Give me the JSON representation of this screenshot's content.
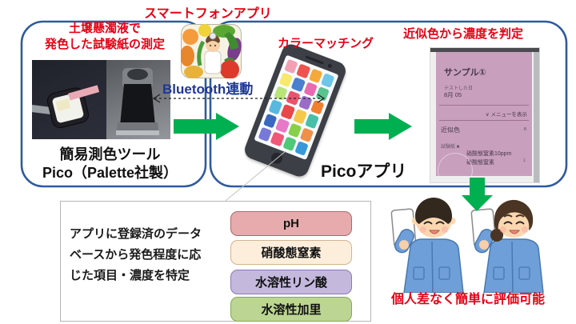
{
  "colors": {
    "accent_red": "#e60012",
    "bluetooth_blue": "#1e3799",
    "panel_border_blue": "#2e5b9e",
    "arrow_green": "#00b050",
    "screenshot_pink": "#c99fbe"
  },
  "top": {
    "smartphone_app_label": "スマートフォンアプリ"
  },
  "left_panel": {
    "caption_line1": "土壌懸濁液で",
    "caption_line2": "発色した試験紙の測定",
    "tool_name_line1": "簡易測色ツール",
    "tool_name_line2": "Pico（Palette社製）"
  },
  "bluetooth_label": "Bluetooth連動",
  "right_panel": {
    "color_matching_label": "カラーマッチング",
    "judge_label": "近似色から濃度を判定",
    "pico_app_label": "Picoアプリ",
    "app_screen": {
      "title": "サンプル①",
      "date_caption": "テストした日",
      "date_value": "8月 05",
      "menu_label": "∨ メニューを表示",
      "section_label": "近似色",
      "section_chevron": "∧",
      "sample_caption": "試験紙 ■",
      "result1": "硝酸態窒素10ppm",
      "result2": "硝酸態窒素",
      "result2_mark": "1"
    }
  },
  "bottom_box": {
    "line1": "アプリに登録済のデータ",
    "line2": "ベースから発色程度に応",
    "line3": "じた項目・濃度を特定",
    "pills": [
      {
        "label": "pH",
        "fill": "#e7abad",
        "border": "#a96a6c"
      },
      {
        "label": "硝酸態窒素",
        "fill": "#fdeedc",
        "border": "#d3b48e"
      },
      {
        "label": "水溶性リン酸",
        "fill": "#c4b8dd",
        "border": "#8d7ab4"
      },
      {
        "label": "水溶性加里",
        "fill": "#bcd593",
        "border": "#86a852"
      }
    ]
  },
  "bottom_right": {
    "caption": "個人差なく簡単に評価可能"
  },
  "phone_tiles": [
    "#f4a0b4",
    "#ef5350",
    "#f5a93a",
    "#6ec6e8",
    "#f7e96b",
    "#4a7fd0",
    "#e96ab0",
    "#58c48e",
    "#b8e478",
    "#e8536e",
    "#9a6cc8",
    "#f08030",
    "#58b8e0",
    "#e84848",
    "#f5c84a",
    "#48c0a8",
    "#3a68c0",
    "#e878c8",
    "#88d048",
    "#f09048",
    "#7878d8",
    "#f05878",
    "#50c878",
    "#3898d8"
  ]
}
